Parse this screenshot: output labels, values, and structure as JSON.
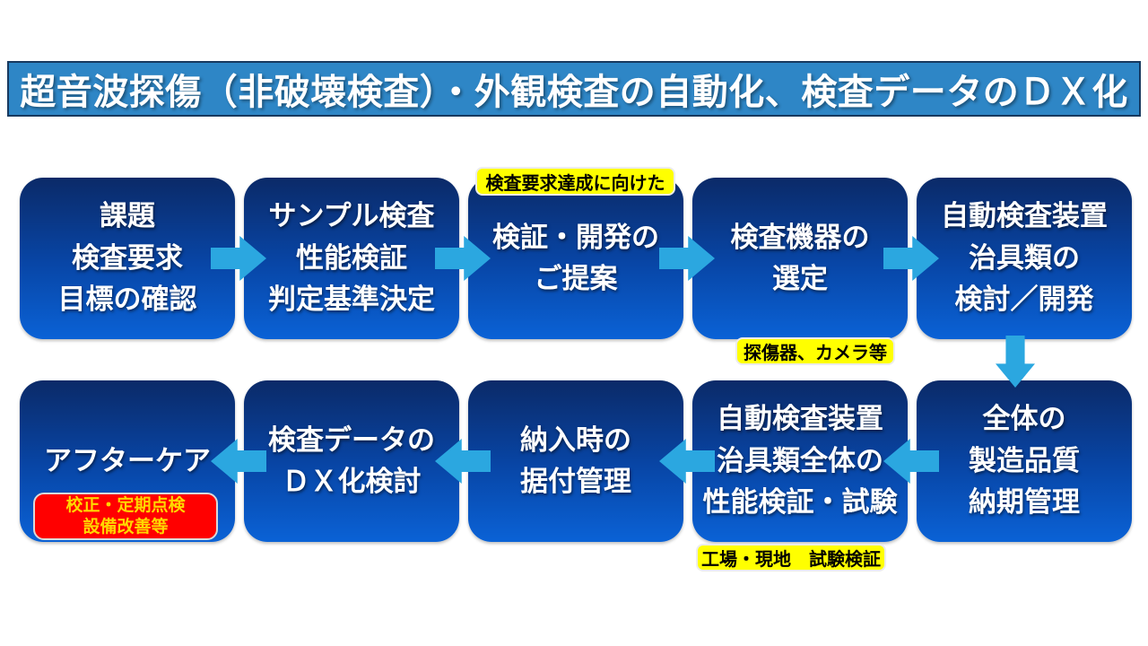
{
  "slide": {
    "title": "超音波探傷（非破壊検査）・外観検査の自動化、検査データのＤＸ化"
  },
  "colors": {
    "header_bg": "#2E86C6",
    "header_border": "#17395F",
    "box_gradient_top": "#0B2A68",
    "box_gradient_bottom": "#0A62D6",
    "box_text": "#FFFFFF",
    "arrow": "#2BA7E0",
    "label_bg": "#FFFF00",
    "label_text": "#000000",
    "badge_bg": "#FF0000",
    "badge_text": "#FFD700"
  },
  "flow": {
    "row1": [
      {
        "text": "課題\n検査要求\n目標の確認"
      },
      {
        "text": "サンプル検査\n性能検証\n判定基準決定"
      },
      {
        "text": "検証・開発の\nご提案",
        "label_top": "検査要求達成に向けた"
      },
      {
        "text": "検査機器の\n選定",
        "label_bottom": "探傷器、カメラ等"
      },
      {
        "text": "自動検査装置\n治具類の\n検討／開発"
      }
    ],
    "row2": [
      {
        "text": "アフターケア",
        "badge": "校正・定期点検\n設備改善等"
      },
      {
        "text": "検査データの\nＤＸ化検討"
      },
      {
        "text": "納入時の\n据付管理"
      },
      {
        "text": "自動検査装置\n治具類全体の\n性能検証・試験",
        "label_bottom": "工場・現地　試験検証"
      },
      {
        "text": "全体の\n製造品質\n納期管理"
      }
    ]
  }
}
